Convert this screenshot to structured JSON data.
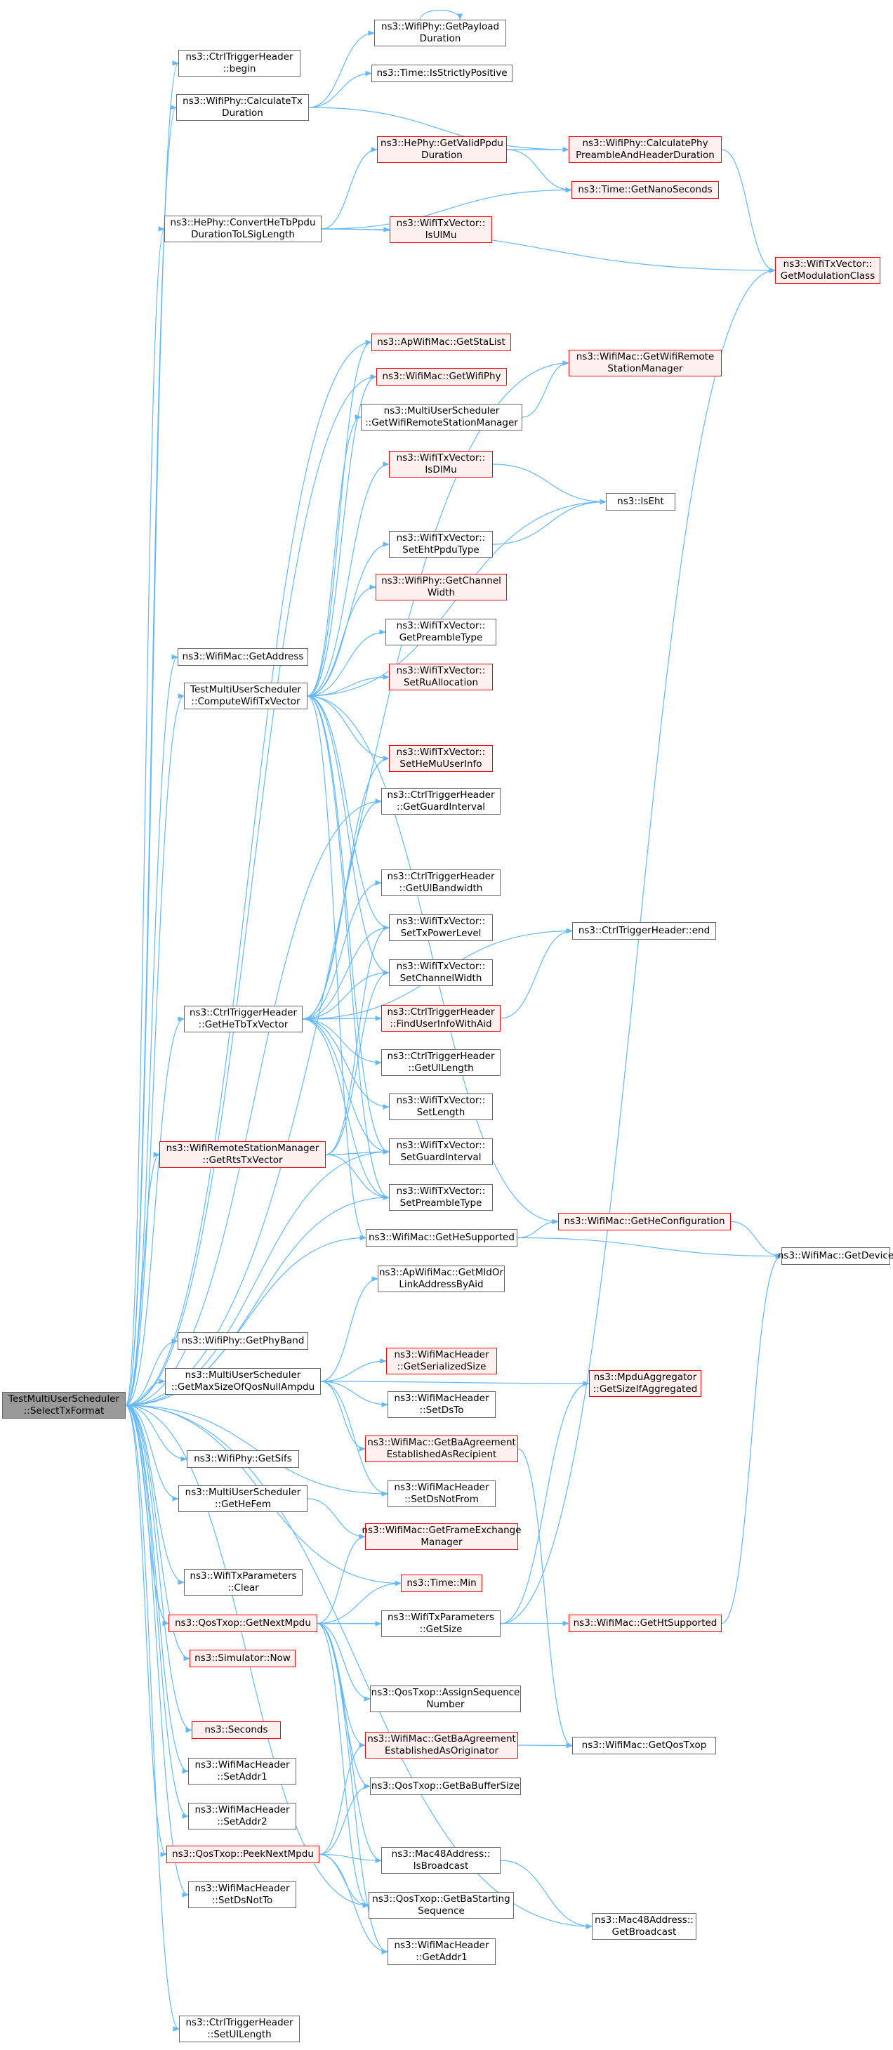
{
  "colors": {
    "edge": "#63b8ff",
    "node_border": "#666666",
    "incomplete_border": "#ff0000",
    "incomplete_fill": "#fff0f0",
    "root_fill": "#999999"
  },
  "nodes": {
    "root": {
      "lines": [
        "TestMultiUserScheduler",
        "::SelectTxFormat"
      ],
      "red": false
    },
    "ctrl_begin": {
      "lines": [
        "ns3::CtrlTriggerHeader",
        "::begin"
      ],
      "red": false
    },
    "calc_tx_duration": {
      "lines": [
        "ns3::WifiPhy::CalculateTx",
        "Duration"
      ],
      "red": false
    },
    "get_payload_duration": {
      "lines": [
        "ns3::WifiPhy::GetPayload",
        "Duration"
      ],
      "red": false
    },
    "time_strictly_positive": {
      "lines": [
        "ns3::Time::IsStrictlyPositive"
      ],
      "red": false
    },
    "hephy_get_valid_ppdu": {
      "lines": [
        "ns3::HePhy::GetValidPpdu",
        "Duration"
      ],
      "red": true
    },
    "calc_phy_preamble": {
      "lines": [
        "ns3::WifiPhy::CalculatePhy",
        "PreambleAndHeaderDuration"
      ],
      "red": true
    },
    "hephy_convert": {
      "lines": [
        "ns3::HePhy::ConvertHeTbPpdu",
        "DurationToLSigLength"
      ],
      "red": false
    },
    "time_get_nanoseconds": {
      "lines": [
        "ns3::Time::GetNanoSeconds"
      ],
      "red": true
    },
    "txvector_is_ulmu": {
      "lines": [
        "ns3::WifiTxVector::",
        "IsUlMu"
      ],
      "red": true
    },
    "txvector_get_modclass": {
      "lines": [
        "ns3::WifiTxVector::",
        "GetModulationClass"
      ],
      "red": true
    },
    "apwifimac_get_sta_list": {
      "lines": [
        "ns3::ApWifiMac::GetStaList"
      ],
      "red": true
    },
    "wifimac_get_remote_sm": {
      "lines": [
        "ns3::WifiMac::GetWifiRemote",
        "StationManager"
      ],
      "red": true
    },
    "wifimac_get_wifi_phy": {
      "lines": [
        "ns3::WifiMac::GetWifiPhy"
      ],
      "red": true
    },
    "mus_get_remote_sm": {
      "lines": [
        "ns3::MultiUserScheduler",
        "::GetWifiRemoteStationManager"
      ],
      "red": false
    },
    "txvector_is_dlmu": {
      "lines": [
        "ns3::WifiTxVector::",
        "IsDlMu"
      ],
      "red": true
    },
    "is_eht": {
      "lines": [
        "ns3::IsEht"
      ],
      "red": false
    },
    "txvector_set_eht_ppdu": {
      "lines": [
        "ns3::WifiTxVector::",
        "SetEhtPpduType"
      ],
      "red": false
    },
    "wifiphy_get_channel_width": {
      "lines": [
        "ns3::WifiPhy::GetChannel",
        "Width"
      ],
      "red": true
    },
    "txvector_get_preamble": {
      "lines": [
        "ns3::WifiTxVector::",
        "GetPreambleType"
      ],
      "red": false
    },
    "wifimac_get_address": {
      "lines": [
        "ns3::WifiMac::GetAddress"
      ],
      "red": false
    },
    "txvector_set_ru_alloc": {
      "lines": [
        "ns3::WifiTxVector::",
        "SetRuAllocation"
      ],
      "red": true
    },
    "compute_wifi_txvector": {
      "lines": [
        "TestMultiUserScheduler",
        "::ComputeWifiTxVector"
      ],
      "red": false
    },
    "txvector_set_hemu_user": {
      "lines": [
        "ns3::WifiTxVector::",
        "SetHeMuUserInfo"
      ],
      "red": true
    },
    "ctrl_get_guard_interval": {
      "lines": [
        "ns3::CtrlTriggerHeader",
        "::GetGuardInterval"
      ],
      "red": false
    },
    "ctrl_get_ul_bandwidth": {
      "lines": [
        "ns3::CtrlTriggerHeader",
        "::GetUlBandwidth"
      ],
      "red": false
    },
    "ctrl_end": {
      "lines": [
        "ns3::CtrlTriggerHeader::end"
      ],
      "red": false
    },
    "txvector_set_tx_power": {
      "lines": [
        "ns3::WifiTxVector::",
        "SetTxPowerLevel"
      ],
      "red": false
    },
    "txvector_set_channel_width": {
      "lines": [
        "ns3::WifiTxVector::",
        "SetChannelWidth"
      ],
      "red": false
    },
    "ctrl_get_hetb_txvector": {
      "lines": [
        "ns3::CtrlTriggerHeader",
        "::GetHeTbTxVector"
      ],
      "red": false
    },
    "ctrl_find_user_info": {
      "lines": [
        "ns3::CtrlTriggerHeader",
        "::FindUserInfoWithAid"
      ],
      "red": true
    },
    "ctrl_get_ul_length": {
      "lines": [
        "ns3::CtrlTriggerHeader",
        "::GetUlLength"
      ],
      "red": false
    },
    "txvector_set_length": {
      "lines": [
        "ns3::WifiTxVector::",
        "SetLength"
      ],
      "red": false
    },
    "rsm_get_rts_txvector": {
      "lines": [
        "ns3::WifiRemoteStationManager",
        "::GetRtsTxVector"
      ],
      "red": true
    },
    "txvector_set_guard_interval": {
      "lines": [
        "ns3::WifiTxVector::",
        "SetGuardInterval"
      ],
      "red": false
    },
    "txvector_set_preamble": {
      "lines": [
        "ns3::WifiTxVector::",
        "SetPreambleType"
      ],
      "red": false
    },
    "wifimac_get_he_supported": {
      "lines": [
        "ns3::WifiMac::GetHeSupported"
      ],
      "red": false
    },
    "wifimac_get_he_config": {
      "lines": [
        "ns3::WifiMac::GetHeConfiguration"
      ],
      "red": true
    },
    "wifimac_get_device": {
      "lines": [
        "ns3::WifiMac::GetDevice"
      ],
      "red": false
    },
    "apwifimac_get_mld": {
      "lines": [
        "ns3::ApWifiMac::GetMldOr",
        "LinkAddressByAid"
      ],
      "red": false
    },
    "wifiphy_get_phy_band": {
      "lines": [
        "ns3::WifiPhy::GetPhyBand"
      ],
      "red": false
    },
    "machdr_get_serialized_size": {
      "lines": [
        "ns3::WifiMacHeader",
        "::GetSerializedSize"
      ],
      "red": true
    },
    "mus_get_max_size_qosnull": {
      "lines": [
        "ns3::MultiUserScheduler",
        "::GetMaxSizeOfQosNullAmpdu"
      ],
      "red": false
    },
    "mpdu_agg_get_size": {
      "lines": [
        "ns3::MpduAggregator",
        "::GetSizeIfAggregated"
      ],
      "red": true
    },
    "machdr_set_ds_to": {
      "lines": [
        "ns3::WifiMacHeader",
        "::SetDsTo"
      ],
      "red": false
    },
    "wifiphy_get_sifs": {
      "lines": [
        "ns3::WifiPhy::GetSifs"
      ],
      "red": false
    },
    "wifimac_get_ba_recipient": {
      "lines": [
        "ns3::WifiMac::GetBaAgreement",
        "EstablishedAsRecipient"
      ],
      "red": true
    },
    "machdr_set_ds_from": {
      "lines": [
        "ns3::WifiMacHeader",
        "::SetDsNotFrom"
      ],
      "red": false
    },
    "mus_get_he_fem": {
      "lines": [
        "ns3::MultiUserScheduler",
        "::GetHeFem"
      ],
      "red": false
    },
    "wifimac_get_fem": {
      "lines": [
        "ns3::WifiMac::GetFrameExchange",
        "Manager"
      ],
      "red": true
    },
    "txparams_clear": {
      "lines": [
        "ns3::WifiTxParameters",
        "::Clear"
      ],
      "red": false
    },
    "time_min": {
      "lines": [
        "ns3::Time::Min"
      ],
      "red": true
    },
    "qostxop_get_next_mpdu": {
      "lines": [
        "ns3::QosTxop::GetNextMpdu"
      ],
      "red": true
    },
    "txparams_get_size": {
      "lines": [
        "ns3::WifiTxParameters",
        "::GetSize"
      ],
      "red": false
    },
    "wifimac_get_ht_supported": {
      "lines": [
        "ns3::WifiMac::GetHtSupported"
      ],
      "red": true
    },
    "simulator_now": {
      "lines": [
        "ns3::Simulator::Now"
      ],
      "red": true
    },
    "qostxop_assign_seq": {
      "lines": [
        "ns3::QosTxop::AssignSequence",
        "Number"
      ],
      "red": false
    },
    "seconds": {
      "lines": [
        "ns3::Seconds"
      ],
      "red": true
    },
    "wifimac_get_ba_originator": {
      "lines": [
        "ns3::WifiMac::GetBaAgreement",
        "EstablishedAsOriginator"
      ],
      "red": true
    },
    "wifimac_get_qos_txop": {
      "lines": [
        "ns3::WifiMac::GetQosTxop"
      ],
      "red": false
    },
    "machdr_set_addr1": {
      "lines": [
        "ns3::WifiMacHeader",
        "::SetAddr1"
      ],
      "red": false
    },
    "qostxop_get_ba_buffer": {
      "lines": [
        "ns3::QosTxop::GetBaBufferSize"
      ],
      "red": false
    },
    "machdr_set_addr2": {
      "lines": [
        "ns3::WifiMacHeader",
        "::SetAddr2"
      ],
      "red": false
    },
    "qostxop_peek_next_mpdu": {
      "lines": [
        "ns3::QosTxop::PeekNextMpdu"
      ],
      "red": true
    },
    "mac48_is_broadcast": {
      "lines": [
        "ns3::Mac48Address::",
        "IsBroadcast"
      ],
      "red": false
    },
    "machdr_set_ds_not_to": {
      "lines": [
        "ns3::WifiMacHeader",
        "::SetDsNotTo"
      ],
      "red": false
    },
    "qostxop_get_ba_starting": {
      "lines": [
        "ns3::QosTxop::GetBaStarting",
        "Sequence"
      ],
      "red": false
    },
    "mac48_get_broadcast": {
      "lines": [
        "ns3::Mac48Address::",
        "GetBroadcast"
      ],
      "red": false
    },
    "machdr_get_addr1": {
      "lines": [
        "ns3::WifiMacHeader",
        "::GetAddr1"
      ],
      "red": false
    },
    "ctrl_set_ul_length": {
      "lines": [
        "ns3::CtrlTriggerHeader",
        "::SetUlLength"
      ],
      "red": false
    }
  },
  "edges": [
    [
      "root",
      "ctrl_begin"
    ],
    [
      "root",
      "calc_tx_duration"
    ],
    [
      "root",
      "hephy_convert"
    ],
    [
      "root",
      "apwifimac_get_sta_list"
    ],
    [
      "root",
      "wifimac_get_remote_sm"
    ],
    [
      "root",
      "wifimac_get_wifi_phy"
    ],
    [
      "root",
      "wifimac_get_address"
    ],
    [
      "root",
      "compute_wifi_txvector"
    ],
    [
      "root",
      "ctrl_get_guard_interval"
    ],
    [
      "root",
      "ctrl_get_hetb_txvector"
    ],
    [
      "root",
      "rsm_get_rts_txvector"
    ],
    [
      "root",
      "txvector_set_guard_interval"
    ],
    [
      "root",
      "txvector_set_preamble"
    ],
    [
      "root",
      "wifimac_get_he_supported"
    ],
    [
      "root",
      "wifiphy_get_phy_band"
    ],
    [
      "root",
      "mus_get_max_size_qosnull"
    ],
    [
      "root",
      "wifiphy_get_sifs"
    ],
    [
      "root",
      "mus_get_he_fem"
    ],
    [
      "root",
      "txparams_clear"
    ],
    [
      "root",
      "time_min"
    ],
    [
      "root",
      "qostxop_get_next_mpdu"
    ],
    [
      "root",
      "simulator_now"
    ],
    [
      "root",
      "seconds"
    ],
    [
      "root",
      "machdr_set_addr1"
    ],
    [
      "root",
      "machdr_set_addr2"
    ],
    [
      "root",
      "qostxop_peek_next_mpdu"
    ],
    [
      "root",
      "machdr_set_ds_not_to"
    ],
    [
      "root",
      "machdr_set_ds_from"
    ],
    [
      "root",
      "mac48_get_broadcast"
    ],
    [
      "root",
      "qostxop_get_ba_starting"
    ],
    [
      "root",
      "ctrl_set_ul_length"
    ],
    [
      "calc_tx_duration",
      "get_payload_duration"
    ],
    [
      "calc_tx_duration",
      "time_strictly_positive"
    ],
    [
      "calc_tx_duration",
      "calc_phy_preamble"
    ],
    [
      "get_payload_duration",
      "get_payload_duration"
    ],
    [
      "hephy_convert",
      "hephy_get_valid_ppdu"
    ],
    [
      "hephy_convert",
      "time_get_nanoseconds"
    ],
    [
      "hephy_convert",
      "txvector_is_ulmu"
    ],
    [
      "hephy_convert",
      "txvector_get_modclass"
    ],
    [
      "hephy_get_valid_ppdu",
      "calc_phy_preamble"
    ],
    [
      "hephy_get_valid_ppdu",
      "time_get_nanoseconds"
    ],
    [
      "calc_phy_preamble",
      "txvector_get_modclass"
    ],
    [
      "compute_wifi_txvector",
      "apwifimac_get_sta_list"
    ],
    [
      "compute_wifi_txvector",
      "wifimac_get_wifi_phy"
    ],
    [
      "compute_wifi_txvector",
      "mus_get_remote_sm"
    ],
    [
      "compute_wifi_txvector",
      "txvector_is_dlmu"
    ],
    [
      "compute_wifi_txvector",
      "is_eht"
    ],
    [
      "compute_wifi_txvector",
      "txvector_set_eht_ppdu"
    ],
    [
      "compute_wifi_txvector",
      "wifiphy_get_channel_width"
    ],
    [
      "compute_wifi_txvector",
      "txvector_get_preamble"
    ],
    [
      "compute_wifi_txvector",
      "txvector_set_ru_alloc"
    ],
    [
      "compute_wifi_txvector",
      "txvector_set_hemu_user"
    ],
    [
      "compute_wifi_txvector",
      "txvector_set_tx_power"
    ],
    [
      "compute_wifi_txvector",
      "txvector_set_channel_width"
    ],
    [
      "compute_wifi_txvector",
      "txvector_set_guard_interval"
    ],
    [
      "compute_wifi_txvector",
      "txvector_set_preamble"
    ],
    [
      "compute_wifi_txvector",
      "wifimac_get_he_supported"
    ],
    [
      "compute_wifi_txvector",
      "wifimac_get_he_config"
    ],
    [
      "mus_get_remote_sm",
      "wifimac_get_remote_sm"
    ],
    [
      "txvector_is_dlmu",
      "is_eht"
    ],
    [
      "txvector_set_eht_ppdu",
      "is_eht"
    ],
    [
      "ctrl_get_hetb_txvector",
      "txvector_set_hemu_user"
    ],
    [
      "ctrl_get_hetb_txvector",
      "ctrl_get_guard_interval"
    ],
    [
      "ctrl_get_hetb_txvector",
      "ctrl_get_ul_bandwidth"
    ],
    [
      "ctrl_get_hetb_txvector",
      "ctrl_end"
    ],
    [
      "ctrl_get_hetb_txvector",
      "txvector_set_tx_power"
    ],
    [
      "ctrl_get_hetb_txvector",
      "txvector_set_channel_width"
    ],
    [
      "ctrl_get_hetb_txvector",
      "ctrl_find_user_info"
    ],
    [
      "ctrl_get_hetb_txvector",
      "ctrl_get_ul_length"
    ],
    [
      "ctrl_get_hetb_txvector",
      "txvector_set_length"
    ],
    [
      "ctrl_get_hetb_txvector",
      "txvector_set_guard_interval"
    ],
    [
      "ctrl_get_hetb_txvector",
      "txvector_set_preamble"
    ],
    [
      "ctrl_find_user_info",
      "ctrl_end"
    ],
    [
      "rsm_get_rts_txvector",
      "txvector_set_tx_power"
    ],
    [
      "rsm_get_rts_txvector",
      "txvector_set_channel_width"
    ],
    [
      "rsm_get_rts_txvector",
      "txvector_set_guard_interval"
    ],
    [
      "rsm_get_rts_txvector",
      "txvector_set_preamble"
    ],
    [
      "wifimac_get_he_supported",
      "wifimac_get_he_config"
    ],
    [
      "wifimac_get_he_supported",
      "wifimac_get_device"
    ],
    [
      "wifimac_get_he_config",
      "wifimac_get_device"
    ],
    [
      "mus_get_max_size_qosnull",
      "apwifimac_get_mld"
    ],
    [
      "mus_get_max_size_qosnull",
      "machdr_get_serialized_size"
    ],
    [
      "mus_get_max_size_qosnull",
      "mpdu_agg_get_size"
    ],
    [
      "mus_get_max_size_qosnull",
      "machdr_set_ds_to"
    ],
    [
      "mus_get_max_size_qosnull",
      "wifimac_get_ba_recipient"
    ],
    [
      "mus_get_max_size_qosnull",
      "machdr_set_ds_from"
    ],
    [
      "wifimac_get_ba_recipient",
      "wifimac_get_qos_txop"
    ],
    [
      "mus_get_he_fem",
      "wifimac_get_fem"
    ],
    [
      "qostxop_get_next_mpdu",
      "wifimac_get_fem"
    ],
    [
      "qostxop_get_next_mpdu",
      "time_min"
    ],
    [
      "qostxop_get_next_mpdu",
      "txparams_get_size"
    ],
    [
      "qostxop_get_next_mpdu",
      "wifimac_get_ht_supported"
    ],
    [
      "qostxop_get_next_mpdu",
      "qostxop_assign_seq"
    ],
    [
      "qostxop_get_next_mpdu",
      "wifimac_get_ba_originator"
    ],
    [
      "qostxop_get_next_mpdu",
      "qostxop_get_ba_buffer"
    ],
    [
      "qostxop_get_next_mpdu",
      "mac48_is_broadcast"
    ],
    [
      "qostxop_get_next_mpdu",
      "qostxop_get_ba_starting"
    ],
    [
      "qostxop_get_next_mpdu",
      "machdr_get_addr1"
    ],
    [
      "txparams_get_size",
      "mpdu_agg_get_size"
    ],
    [
      "txparams_get_size",
      "txvector_get_modclass"
    ],
    [
      "wifimac_get_ht_supported",
      "wifimac_get_device"
    ],
    [
      "wifimac_get_ba_originator",
      "wifimac_get_qos_txop"
    ],
    [
      "qostxop_peek_next_mpdu",
      "wifimac_get_ba_originator"
    ],
    [
      "qostxop_peek_next_mpdu",
      "qostxop_get_ba_buffer"
    ],
    [
      "qostxop_peek_next_mpdu",
      "mac48_is_broadcast"
    ],
    [
      "qostxop_peek_next_mpdu",
      "qostxop_get_ba_starting"
    ],
    [
      "qostxop_peek_next_mpdu",
      "machdr_get_addr1"
    ],
    [
      "mac48_is_broadcast",
      "mac48_get_broadcast"
    ]
  ]
}
